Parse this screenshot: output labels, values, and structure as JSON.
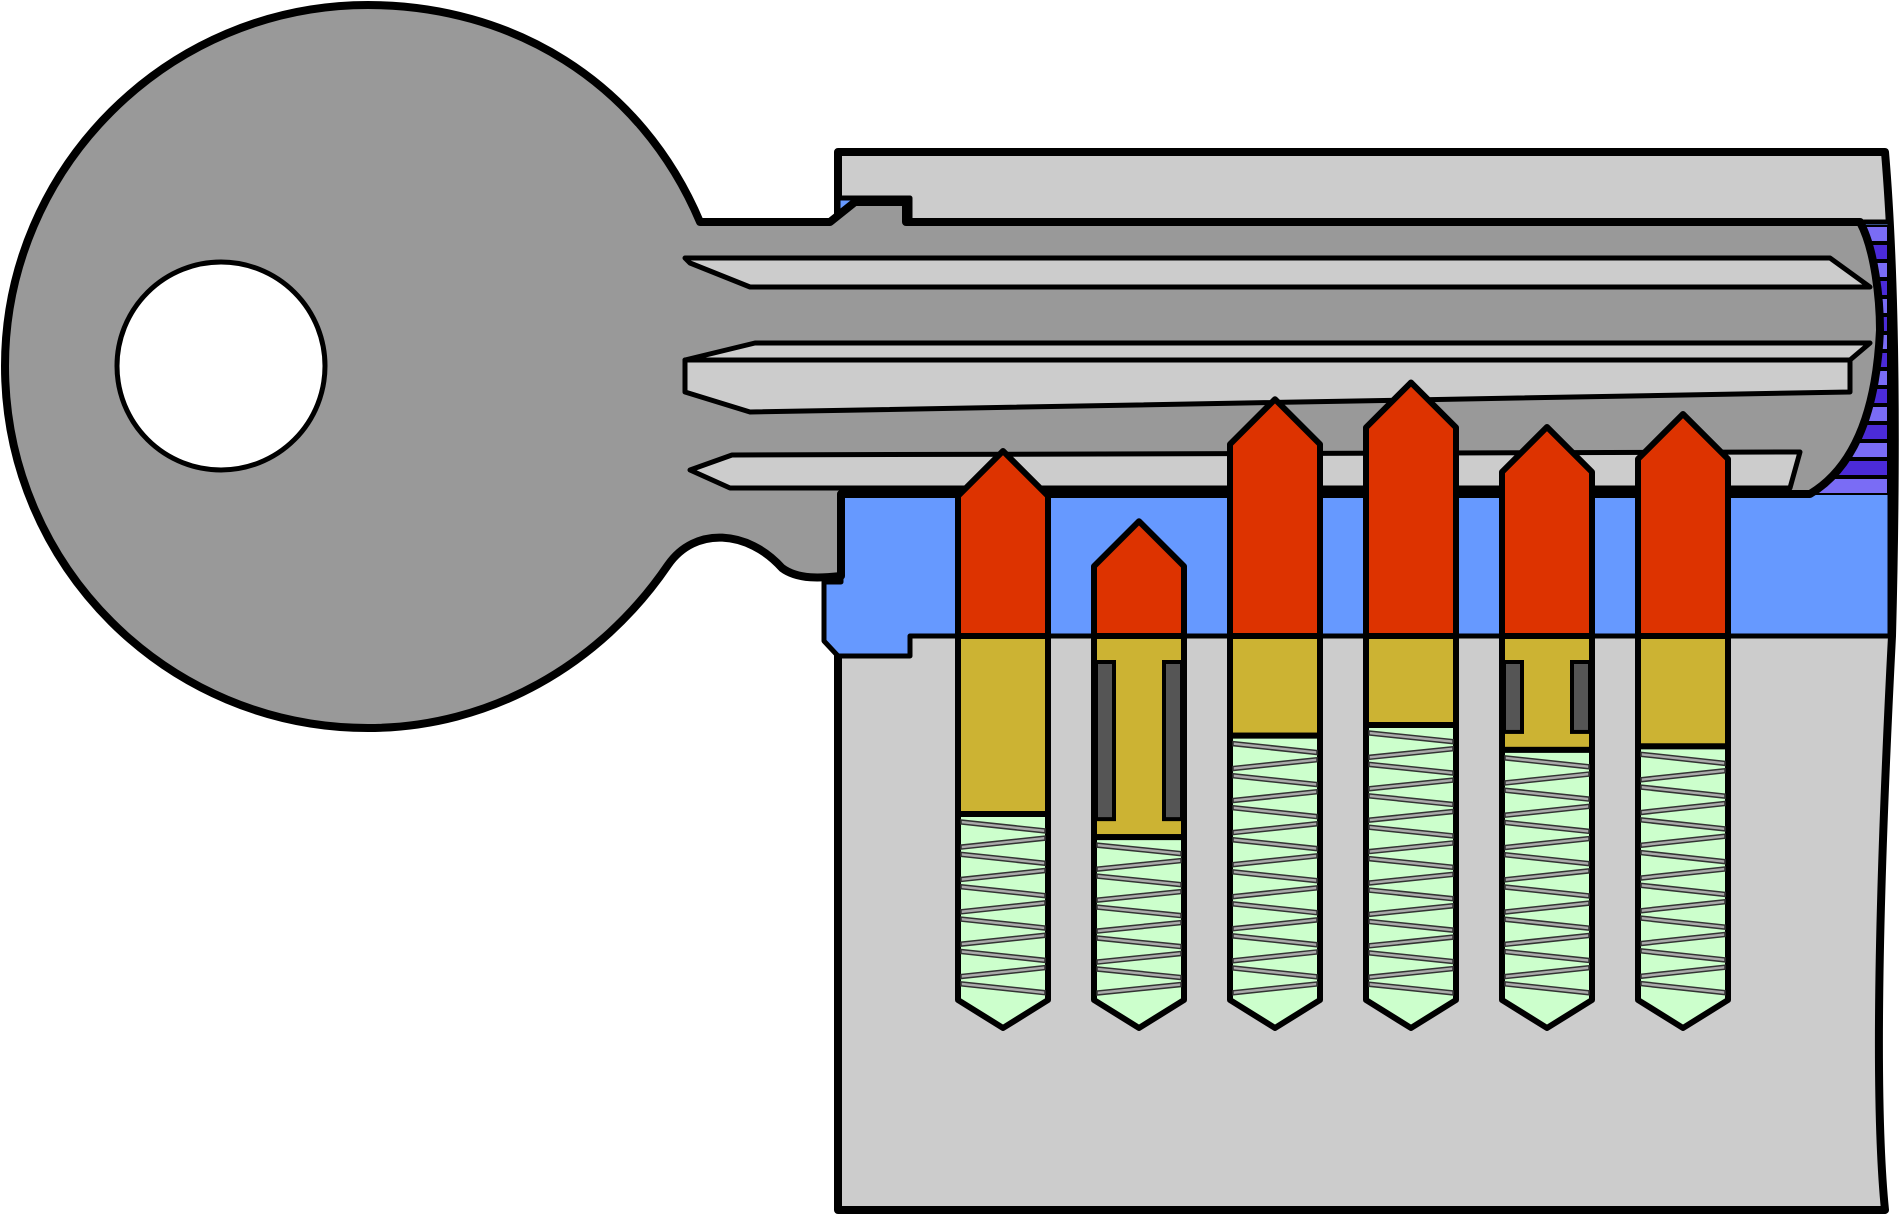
{
  "diagram": {
    "subject": "pin-tumbler-lock-with-key",
    "colors": {
      "outline": "#000000",
      "key": "#999999",
      "housing": "#cccccc",
      "plug": "#6699ff",
      "keyway_dark": "#4b2bd8",
      "keyway_light": "#7a6cf5",
      "key_pin": "#dd3300",
      "driver_pin": "#ccb333",
      "spring_fill": "#ccffcc",
      "spring_wire": "#aaaaaa",
      "spool_slot": "#555555",
      "background": "#ffffff"
    },
    "pin_stacks": [
      {
        "id": 1,
        "driver_type": "standard",
        "key_pin_length": 1.0,
        "driver_pin_length": 1.0
      },
      {
        "id": 2,
        "driver_type": "spool",
        "key_pin_length": 0.62,
        "driver_pin_length": 1.13
      },
      {
        "id": 3,
        "driver_type": "standard",
        "key_pin_length": 1.28,
        "driver_pin_length": 0.56
      },
      {
        "id": 4,
        "driver_type": "standard",
        "key_pin_length": 1.37,
        "driver_pin_length": 0.5
      },
      {
        "id": 5,
        "driver_type": "spool",
        "key_pin_length": 1.13,
        "driver_pin_length": 0.64
      },
      {
        "id": 6,
        "driver_type": "standard",
        "key_pin_length": 1.2,
        "driver_pin_length": 0.62
      }
    ],
    "shear_line_aligned": true
  }
}
